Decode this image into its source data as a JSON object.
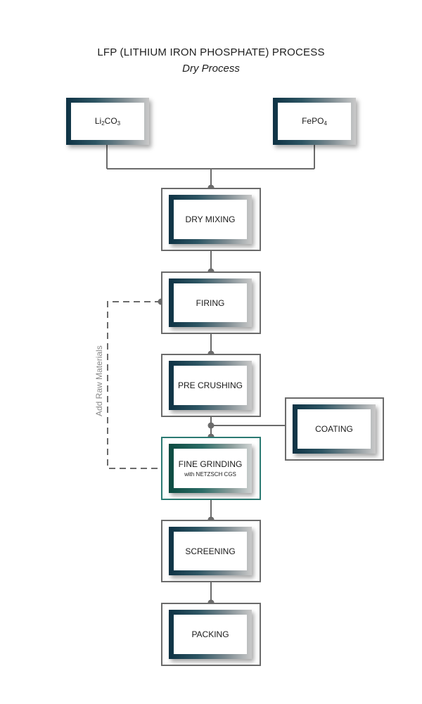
{
  "title": "LFP (LITHIUM IRON PHOSPHATE) PROCESS",
  "subtitle": "Dry Process",
  "inputs": {
    "li2co3": {
      "part1": "Li",
      "sub1": "2",
      "part2": "CO",
      "sub2": "3"
    },
    "fepo4": {
      "part1": "FePO",
      "sub1": "4"
    }
  },
  "steps": {
    "dry_mixing": "DRY MIXING",
    "firing": "FIRING",
    "pre_crushing": "PRE CRUSHING",
    "coating": "COATING",
    "fine_grinding": "FINE GRINDING",
    "fine_grinding_sub": "with NETZSCH CGS",
    "screening": "SCREENING",
    "packing": "PACKING"
  },
  "loop_label": "Add Raw Materials",
  "colors": {
    "connector": "#6b6b6b",
    "highlight": "#2b7a72",
    "gradient_dark": "#0e3244"
  }
}
